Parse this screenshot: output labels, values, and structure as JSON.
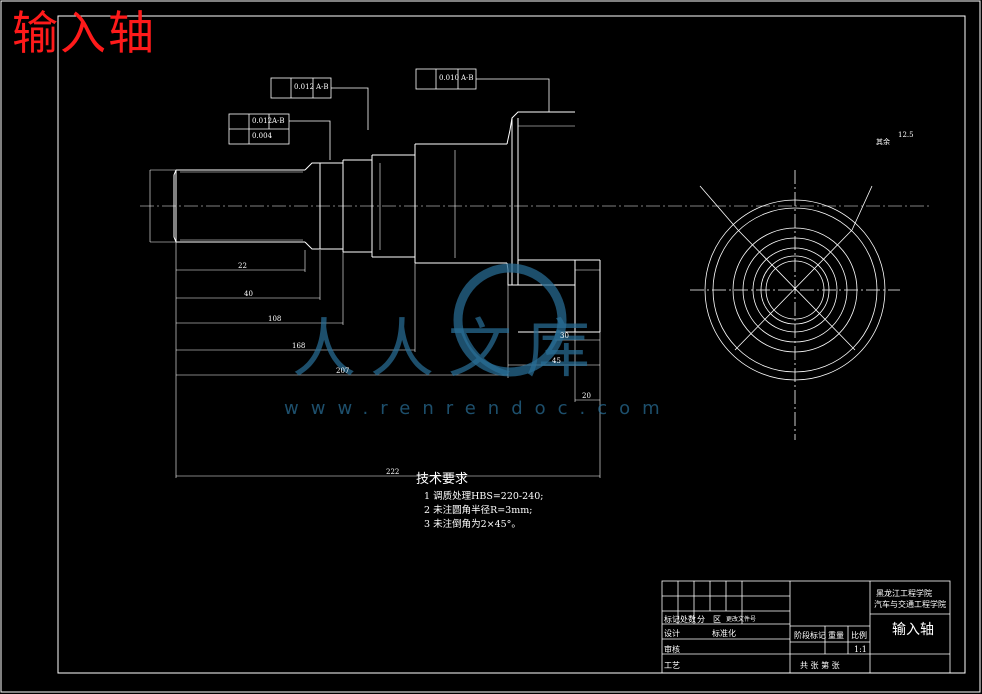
{
  "drawing": {
    "title_large": "输入轴",
    "part_name": "输入轴"
  },
  "tech_requirements": {
    "heading": "技术要求",
    "items": [
      "1 调质处理HBS=220-240;",
      "2 未注圆角半径R=3mm;",
      "3 未注倒角为2×45°。"
    ]
  },
  "watermark": {
    "text": "人人文库",
    "url": "www.renrendoc.com"
  },
  "title_block": {
    "school_line1": "黑龙江工程学院",
    "school_line2": "汽车与交通工程学院",
    "row_labels": [
      "标记",
      "处数",
      "分",
      "区",
      "更改文件号"
    ],
    "designer_label": "设计",
    "standard_label": "标准化",
    "review_label": "审核",
    "process_label": "工艺",
    "stage_label": "阶段标记",
    "weight_label": "重量",
    "scale_label": "比例",
    "scale_value": "1:1",
    "sheets_label": "共 张 第 张"
  },
  "tolerances": {
    "frame1_value": "0.012",
    "frame1_datum": "A-B",
    "frame2_value": "0.012",
    "frame2_datum": "A-B",
    "frame2b_value": "0.004",
    "frame3_value": "0.010",
    "frame3_datum": "A-B"
  },
  "dimensions": {
    "d1": "22",
    "d2": "40",
    "d3": "108",
    "d4": "168",
    "d5": "207",
    "d6": "222",
    "d7": "45",
    "d8": "20",
    "d9": "30"
  },
  "roughness": {
    "other": "其余",
    "value": "12.5"
  },
  "colors": {
    "title_red": "#ff1a1a",
    "line_white": "#ffffff",
    "watermark_blue": "#286e96"
  }
}
